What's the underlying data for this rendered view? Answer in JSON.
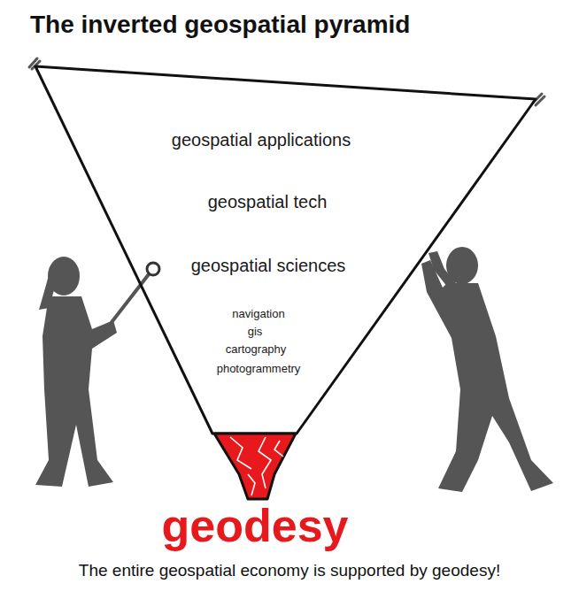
{
  "diagram": {
    "title": "The inverted geospatial pyramid",
    "caption": "The entire geospatial economy is supported by geodesy!",
    "nodes": [
      {
        "text": [
          "geospatial applications",
          "geospatial tech",
          "geospatial sciences",
          "navigation",
          "gis",
          "cartography",
          "photogrammetry"
        ]
      },
      {
        "text": [
          "geodesy"
        ]
      }
    ]
  }
}
